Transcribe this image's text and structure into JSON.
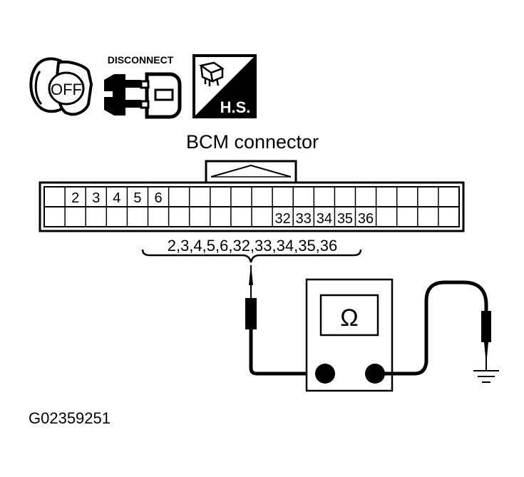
{
  "icons": {
    "ignition_key_text": "OFF",
    "disconnect_text": "DISCONNECT",
    "harness_side_text": "H.S."
  },
  "connector": {
    "title": "BCM connector",
    "top_row_pins": [
      "2",
      "3",
      "4",
      "5",
      "6"
    ],
    "bottom_row_pins": [
      "32",
      "33",
      "34",
      "35",
      "36"
    ],
    "probe_label": "2,3,4,5,6,32,33,34,35,36"
  },
  "meter": {
    "symbol": "Ω"
  },
  "figure_id": "G02359251"
}
